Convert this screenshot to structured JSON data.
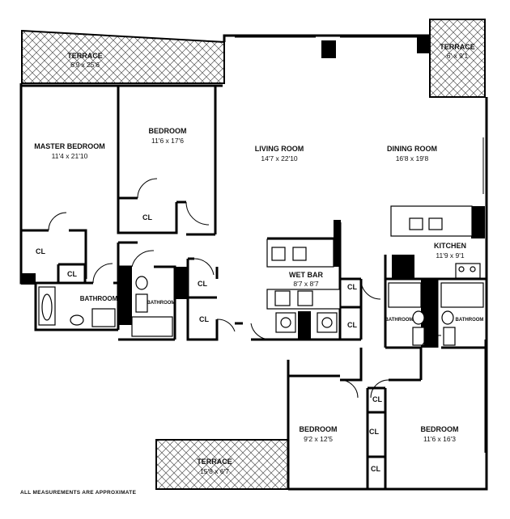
{
  "rooms": {
    "terrace_top_left": {
      "name": "TERRACE",
      "dims": "6'9 x 25'6"
    },
    "terrace_top_right": {
      "name": "TERRACE",
      "dims": "6' x 9'1"
    },
    "master_bedroom": {
      "name": "MASTER BEDROOM",
      "dims": "11'4 x 21'10"
    },
    "bedroom_1": {
      "name": "BEDROOM",
      "dims": "11'6 x 17'6"
    },
    "living_room": {
      "name": "LIVING ROOM",
      "dims": "14'7 x 22'10"
    },
    "dining_room": {
      "name": "DINING ROOM",
      "dims": "16'8 x 19'8"
    },
    "kitchen": {
      "name": "KITCHEN",
      "dims": "11'9 x 9'1"
    },
    "wet_bar": {
      "name": "WET BAR",
      "dims": "8'7 x 8'7"
    },
    "bathroom_main": {
      "name": "BATHROOM"
    },
    "bathroom_2": {
      "name": "BATHROOM"
    },
    "bathroom_3": {
      "name": "BATHROOM"
    },
    "bathroom_4": {
      "name": "BATHROOM"
    },
    "bedroom_2": {
      "name": "BEDROOM",
      "dims": "9'2 x 12'5"
    },
    "bedroom_3": {
      "name": "BEDROOM",
      "dims": "11'6 x 16'3"
    },
    "terrace_bottom": {
      "name": "TERRACE",
      "dims": "15'8 x 6'7"
    }
  },
  "closet_label": "CL",
  "footer_note": "ALL MEASUREMENTS ARE APPROXIMATE"
}
